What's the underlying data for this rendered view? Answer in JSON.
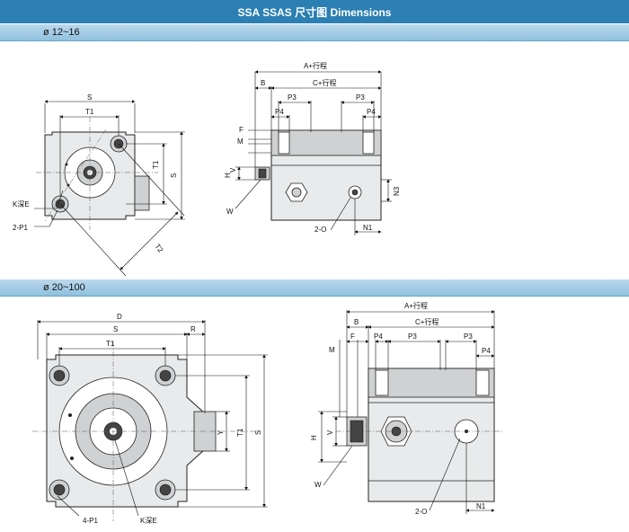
{
  "header": {
    "title": "SSA SSAS 尺寸图 Dimensions"
  },
  "sections": [
    {
      "label": "ø 12~16"
    },
    {
      "label": "ø 20~100"
    }
  ],
  "diagram1": {
    "front": {
      "S": "S",
      "T1": "T1",
      "T1_side": "T1",
      "S_side": "S",
      "T2": "T2",
      "K": "K深E",
      "P1": "2-P1"
    },
    "side": {
      "A": "A+行程",
      "B": "B",
      "C": "C+行程",
      "P3a": "P3",
      "P3b": "P3",
      "P4a": "P4",
      "P4b": "P4",
      "F": "F",
      "M": "M",
      "H": "H",
      "V": "V",
      "W": "W",
      "N3": "N3",
      "O": "2-O",
      "N1": "N1"
    }
  },
  "diagram2": {
    "front": {
      "D": "D",
      "S": "S",
      "R": "R",
      "T1": "T1",
      "Y": "Y",
      "T1_side": "T1",
      "S_side": "S",
      "P1": "4-P1",
      "K": "K深E"
    },
    "side": {
      "A": "A+行程",
      "B": "B",
      "C": "C+行程",
      "M": "M",
      "F": "F",
      "P4a": "P4",
      "P3a": "P3",
      "P3b": "P3",
      "P4b": "P4",
      "H": "H",
      "V": "V",
      "W": "W",
      "O": "2-O",
      "N1": "N1"
    }
  }
}
